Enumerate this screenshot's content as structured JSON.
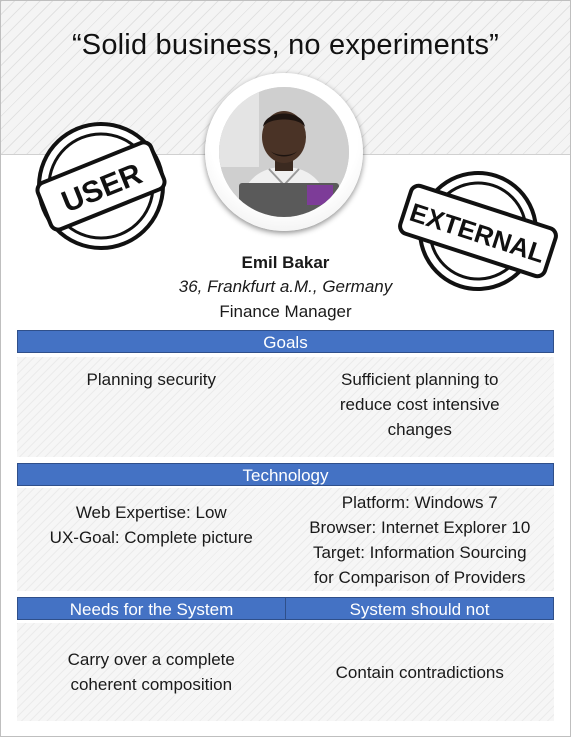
{
  "header": {
    "quote": "“Solid business, no experiments”"
  },
  "stamps": {
    "user": "USER",
    "external": "EXTERNAL"
  },
  "person": {
    "name": "Emil Bakar",
    "location": "36, Frankfurt a.M., Germany",
    "role": "Finance Manager"
  },
  "goals": {
    "title": "Goals",
    "left": [
      "Planning security"
    ],
    "right": [
      "Sufficient planning to",
      "reduce cost intensive",
      "changes"
    ]
  },
  "technology": {
    "title": "Technology",
    "left": [
      "Web Expertise: Low",
      "UX-Goal: Complete picture"
    ],
    "right": [
      "Platform: Windows 7",
      "Browser: Internet Explorer 10",
      "Target: Information Sourcing",
      "for Comparison of Providers"
    ]
  },
  "system": {
    "needs_title": "Needs for the System",
    "should_not_title": "System should not",
    "needs": [
      "Carry over a complete",
      "coherent  composition"
    ],
    "should_not": [
      "Contain contradictions"
    ]
  },
  "colors": {
    "bar": "#4472c4",
    "bar_border": "#2f4f8a"
  }
}
